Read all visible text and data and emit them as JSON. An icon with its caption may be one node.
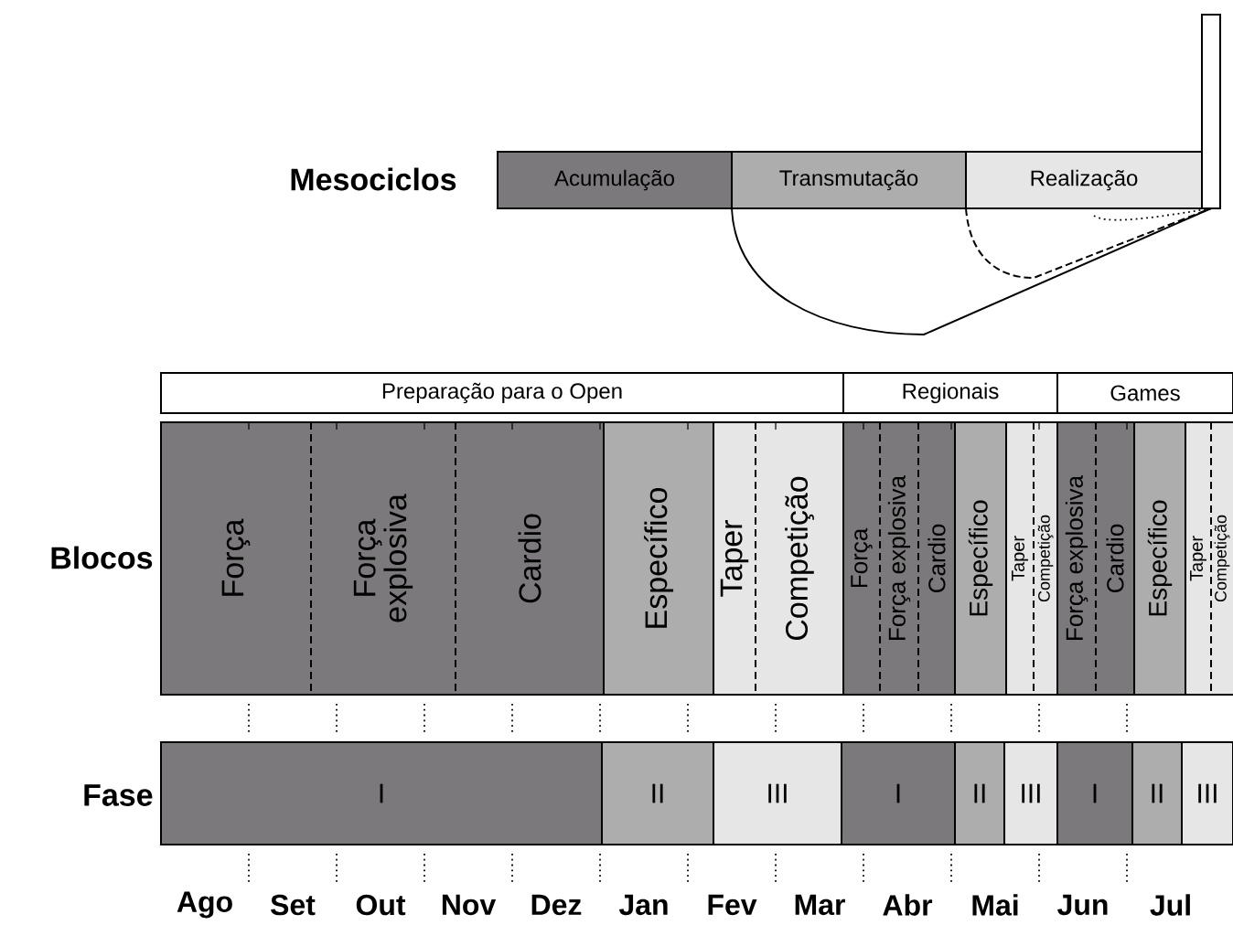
{
  "diagram": {
    "nodes": [
      {
        "text": [
          "Acumulação"
        ]
      },
      {
        "text": [
          "Transmutação"
        ]
      },
      {
        "text": [
          "Realização"
        ]
      },
      {
        "text": [],
        "shape": "box"
      },
      {
        "text": [
          "Preparação para o Open"
        ]
      },
      {
        "text": [
          "Regionais"
        ]
      },
      {
        "text": [
          "Games"
        ]
      },
      {
        "text": [
          "Força"
        ]
      },
      {
        "text": [
          "Força explosiva"
        ]
      },
      {
        "text": [
          "Cardio"
        ]
      },
      {
        "text": [
          "Específico"
        ]
      },
      {
        "text": [
          "Taper"
        ]
      },
      {
        "text": [
          "Competição"
        ]
      },
      {
        "text": [
          "Força"
        ]
      },
      {
        "text": [
          "Força explosiva"
        ]
      },
      {
        "text": [
          "Cardio"
        ]
      },
      {
        "text": [
          "Específico"
        ]
      },
      {
        "text": [
          "Taper"
        ]
      },
      {
        "text": [
          "Competição"
        ]
      },
      {
        "text": [
          "Força explosiva"
        ]
      },
      {
        "text": [
          "Cardio"
        ]
      },
      {
        "text": [
          "Específico"
        ]
      },
      {
        "text": [
          "Taper"
        ]
      },
      {
        "text": [
          "Competição"
        ]
      },
      {
        "text": [
          "I"
        ]
      },
      {
        "text": [
          "II"
        ]
      },
      {
        "text": [
          "III"
        ]
      },
      {
        "text": [
          "I"
        ]
      },
      {
        "text": [
          "II"
        ]
      },
      {
        "text": [
          "III"
        ]
      },
      {
        "text": [
          "I"
        ]
      },
      {
        "text": [
          "II"
        ]
      },
      {
        "text": [
          "III"
        ]
      }
    ],
    "labels": [
      "Mesociclos",
      "Blocos",
      "Fase",
      "Ago",
      "Set",
      "Out",
      "Nov",
      "Dez",
      "Jan",
      "Fev",
      "Mar",
      "Abr",
      "Mai",
      "Jun",
      "Jul"
    ]
  }
}
